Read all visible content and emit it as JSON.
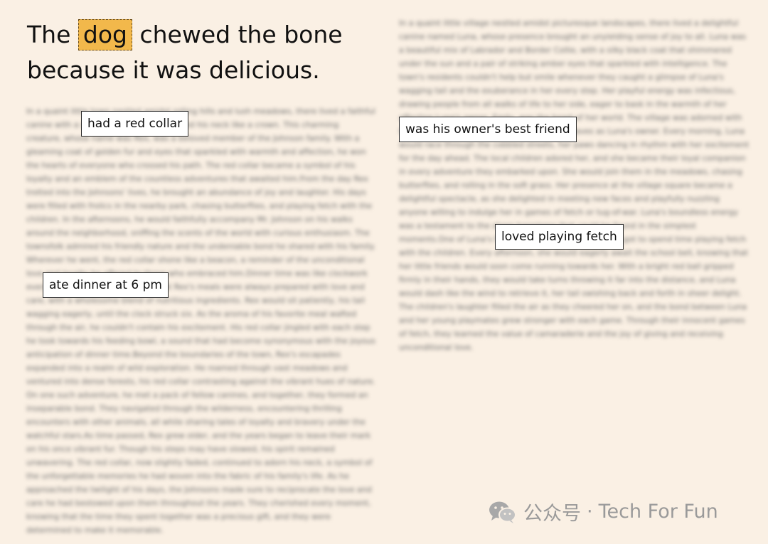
{
  "sentence": {
    "before": "The",
    "highlight": "dog",
    "after": "chewed the bone because it was delicious."
  },
  "blurred_text": {
    "left": "In a quaint little town nestled amidst rolling hills and lush meadows, there lived a faithful canine with a shiny red collar that adorned his neck like a crown. This charming creature, whose name was Rex, was a beloved member of the Johnson family. With a gleaming coat of golden fur and eyes that sparkled with warmth and affection, he won the hearts of everyone who crossed his path. The red collar became a symbol of his loyalty and an emblem of the countless adventures that awaited him.From the day Rex trotted into the Johnsons' lives, he brought an abundance of joy and laughter. His days were filled with frolics in the nearby park, chasing butterflies, and playing fetch with the children. In the afternoons, he would faithfully accompany Mr. Johnson on his walks around the neighborhood, sniffing the scents of the world with curious enthusiasm. The townsfolk admired his friendly nature and the undeniable bond he shared with his family. Wherever he went, the red collar shone like a beacon, a reminder of the unconditional love and loyalty he offered to those who embraced him.Dinner time was like clockwork every day. Mrs. Johnson ensured that Rex's meals were always prepared with love and care, with a wholesome blend of nutritious ingredients. Rex would sit patiently, his tail wagging eagerly, until the clock struck six. As the aroma of his favorite meal wafted through the air, he couldn't contain his excitement. His red collar jingled with each step he took towards his feeding bowl, a sound that had become synonymous with the joyous anticipation of dinner time.Beyond the boundaries of the town, Rex's escapades expanded into a realm of wild exploration. He roamed through vast meadows and ventured into dense forests, his red collar contrasting against the vibrant hues of nature. On one such adventure, he met a pack of fellow canines, and together, they formed an inseparable bond. They navigated through the wilderness, encountering thrilling encounters with other animals, all while sharing tales of loyalty and bravery under the watchful stars.As time passed, Rex grew older, and the years began to leave their mark on his once vibrant fur. Though his steps may have slowed, his spirit remained unwavering. The red collar, now slightly faded, continued to adorn his neck, a symbol of the unforgettable memories he had woven into the fabric of his family's life. As he approached the twilight of his days, the Johnsons made sure to reciprocate the love and care he had bestowed upon them throughout the years. They cherished every moment, knowing that the time they spent together was a precious gift, and they were determined to make it memorable.",
    "right": "In a quaint little village nestled amidst picturesque landscapes, there lived a delightful canine named Luna, whose presence brought an unyielding sense of joy to all. Luna was a beautiful mix of Labrador and Border Collie, with a silky black coat that shimmered under the sun and a pair of striking amber eyes that sparkled with intelligence. The town's residents couldn't help but smile whenever they caught a glimpse of Luna's wagging tail and the exuberance in her every step. Her playful energy was infectious, drawing people from all walks of life to her side, eager to bask in the warmth of her affection.Luna's owner, Emily, was the heart of her world. The village was adorned with the laughter of children and the rustling of leaves as Luna's owner. Every morning, Luna would race through the cobbled streets, her paws dancing in rhythm with her excitement for the day ahead. The local children adored her, and she became their loyal companion in every adventure they embarked upon. She would join them in the meadows, chasing butterflies, and rolling in the soft grass. Her presence at the village square became a delightful spectacle, as she delighted in meeting new faces and playfully nuzzling anyone willing to indulge her in games of fetch or tug-of-war. Luna's boundless energy was a testament to the sheer happiness that could be found in the simplest moments.One of Luna's favorite pastimes was when she got to spend time playing fetch with the children. Every afternoon, she would eagerly await the school bell, knowing that her little friends would soon come running towards her. With a bright red ball gripped firmly in their hands, they would take turns throwing it far into the distance, and Luna would dash like the wind to retrieve it, her tail swishing back and forth in sheer delight. The children's laughter filled the air as they cheered her on, and the bond between Luna and her young playmates grew stronger with each game. Through their innocent games of fetch, they learned the value of camaraderie and the joy of giving and receiving unconditional love."
  },
  "labels": {
    "collar": "had a red collar",
    "dinner": "ate dinner at 6 pm",
    "friend": "was his owner's best friend",
    "fetch": "loved playing fetch"
  },
  "watermark": {
    "platform": "公众号",
    "separator": "·",
    "account": "Tech For Fun",
    "icon": "wechat-icon"
  }
}
